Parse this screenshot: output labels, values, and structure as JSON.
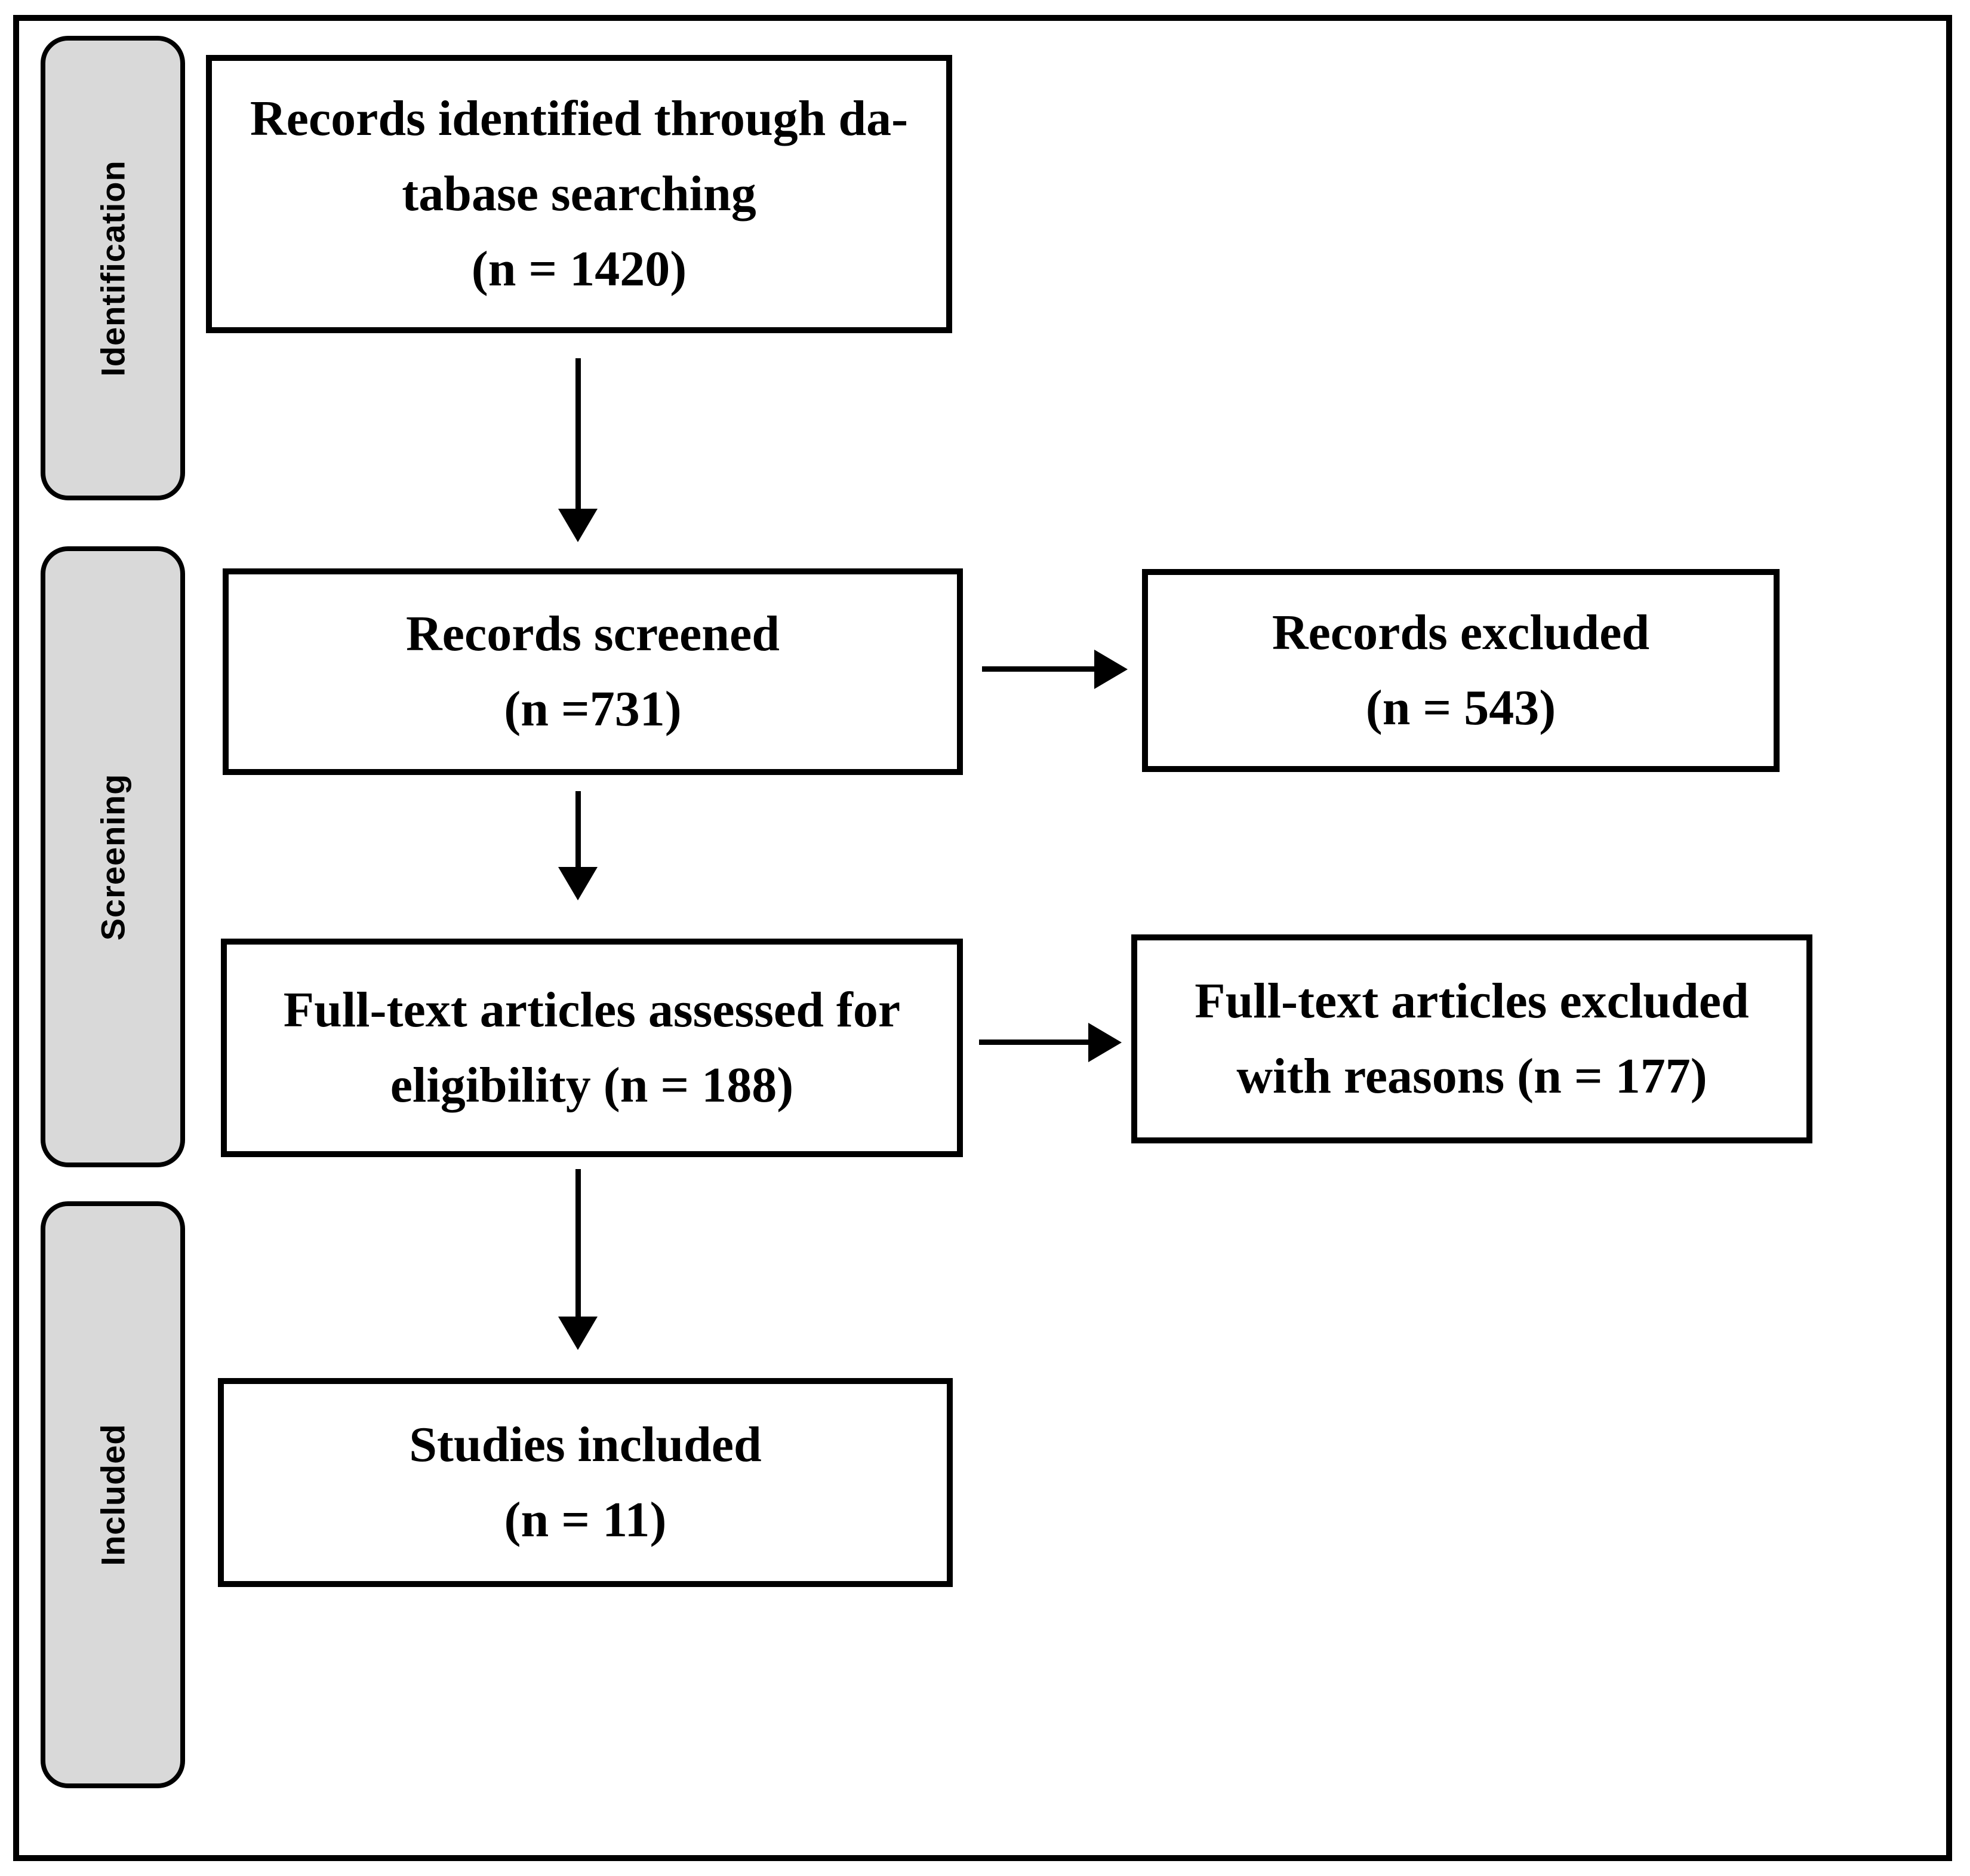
{
  "title": "PRISMA flow diagram",
  "colors": {
    "background": "#ffffff",
    "border": "#000000",
    "stage_fill": "#d9d9d9",
    "text": "#000000"
  },
  "sidebar": {
    "stages": [
      {
        "label": "Identification"
      },
      {
        "label": "Screening"
      },
      {
        "label": "Included"
      }
    ]
  },
  "boxes": {
    "identified": {
      "lines": [
        "Records identified through da-",
        "tabase searching",
        "(n = 1420)"
      ]
    },
    "screened": {
      "lines": [
        "Records screened",
        "(n =731)"
      ]
    },
    "excluded": {
      "lines": [
        "Records excluded",
        "(n = 543)"
      ]
    },
    "fulltext": {
      "lines": [
        "Full-text articles assessed for",
        "eligibility (n = 188)"
      ]
    },
    "fulltext_excluded": {
      "lines": [
        "Full-text articles excluded",
        "with reasons (n = 177)"
      ]
    },
    "included": {
      "lines": [
        "Studies included",
        "(n = 11)"
      ]
    }
  }
}
